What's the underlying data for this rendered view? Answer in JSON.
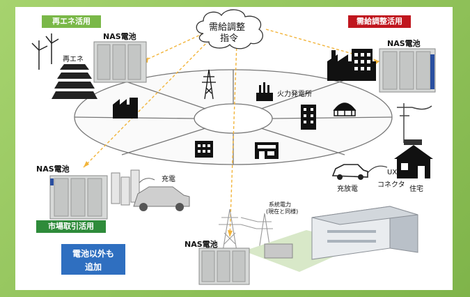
{
  "tags": {
    "renewable": "再エネ活用",
    "supply_demand": "需給調整活用",
    "market": "市場取引活用"
  },
  "cloud": {
    "line1": "需給調整",
    "line2": "指令"
  },
  "labels": {
    "nas_top_left": "NAS電池",
    "nas_top_right": "NAS電池",
    "nas_left": "NAS電池",
    "nas_bottom": "NAS電池",
    "renewable_small": "再エネ",
    "thermal_plant": "火力発電所",
    "charging": "充電",
    "charge_discharge": "充放電",
    "ux": "UX",
    "connector": "コネクタ",
    "house": "住宅",
    "grid_power_1": "系統電力",
    "grid_power_2": "(現在と同様)"
  },
  "callout": {
    "line1": "電池以外も",
    "line2": "追加"
  },
  "colors": {
    "renewable_tag": "#7ab848",
    "supply_tag": "#c0161e",
    "market_tag": "#2e8b3a",
    "callout_bg": "#2f6fc0",
    "dashed_line": "#f2b43a"
  }
}
